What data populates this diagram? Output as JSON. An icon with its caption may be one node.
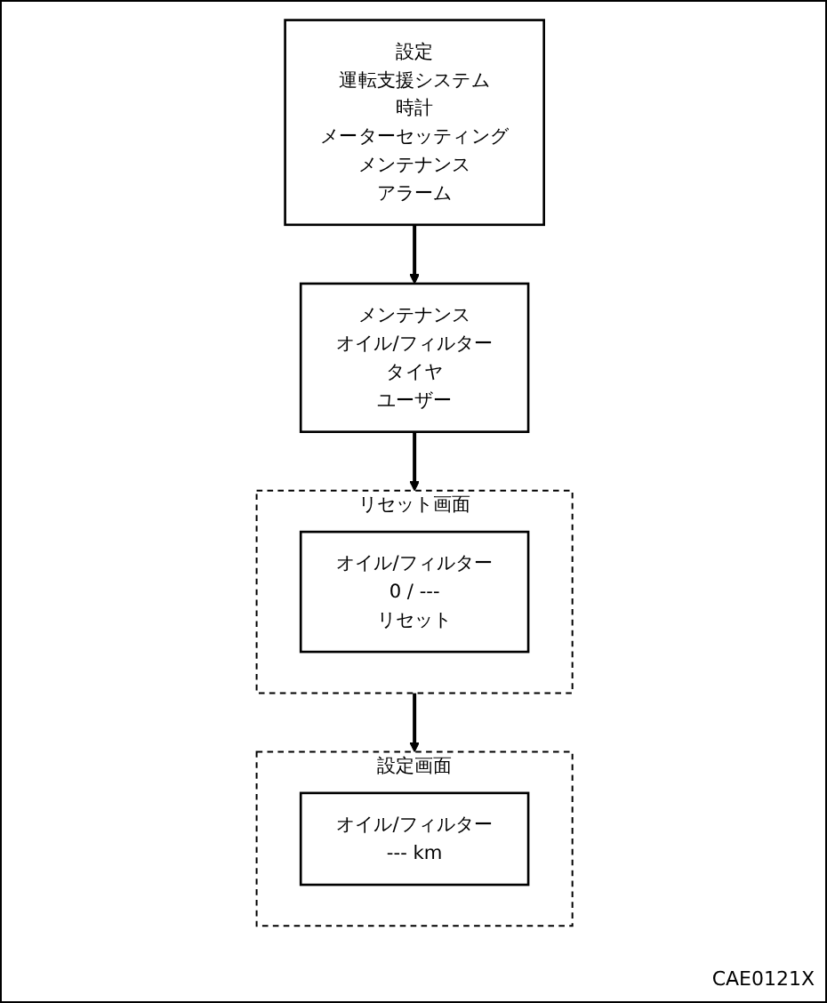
{
  "diagram": {
    "nodes": [
      {
        "text": [
          "設定",
          "運転支援システム",
          "時計",
          "メーターセッティング",
          "メンテナンス",
          "アラーム"
        ]
      },
      {
        "text": [
          "メンテナンス",
          "オイル/フィルター",
          "タイヤ",
          "ユーザー"
        ]
      },
      {
        "text": [
          "リセット画面"
        ]
      },
      {
        "text": [
          "オイル/フィルター",
          "0 / ---",
          "リセット"
        ],
        "in": 2
      },
      {
        "text": [
          "設定画面"
        ]
      },
      {
        "text": [
          "オイル/フィルター",
          "--- km"
        ],
        "in": 4
      }
    ],
    "edges": [
      {
        "from": 0,
        "to": 1,
        "arrow": "to"
      },
      {
        "from": 1,
        "to": 2,
        "arrow": "to"
      },
      {
        "from": 2,
        "to": 4,
        "arrow": "to"
      }
    ],
    "labels": [
      "CAE0121X"
    ]
  }
}
